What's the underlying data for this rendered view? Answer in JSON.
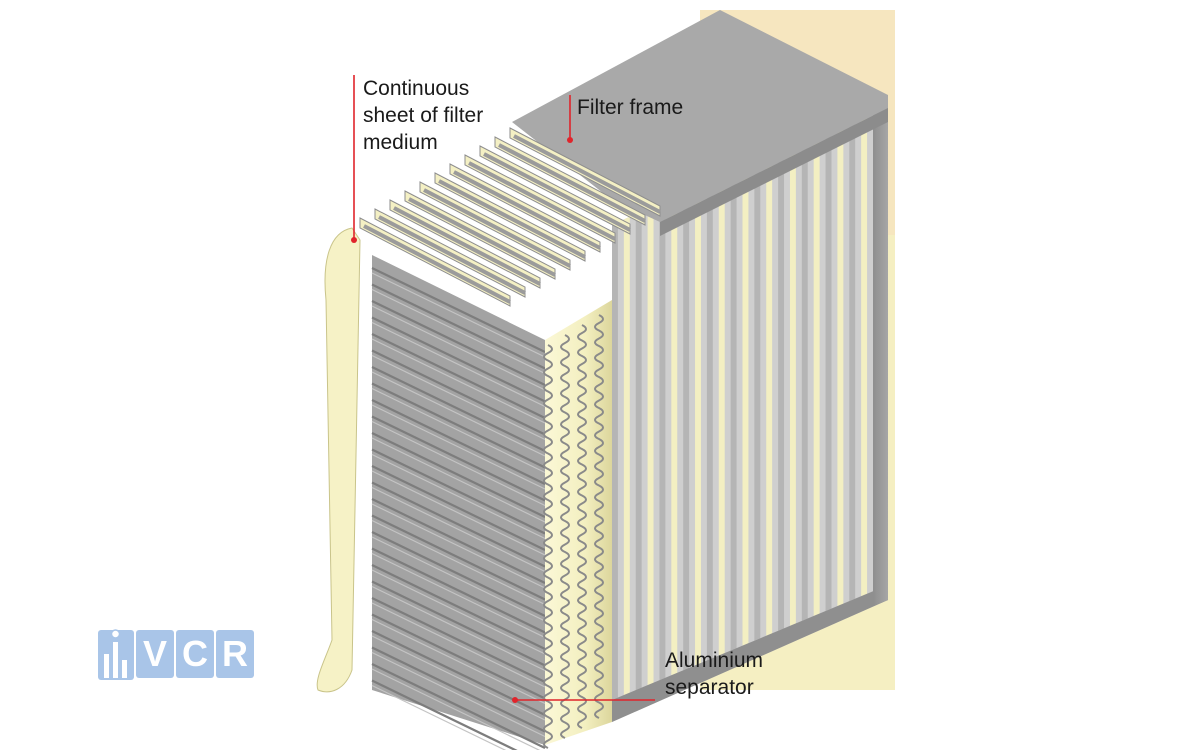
{
  "labels": {
    "filter_medium": [
      "Continuous",
      "sheet of filter",
      "medium"
    ],
    "filter_frame": "Filter frame",
    "aluminium_separator": [
      "Aluminium",
      "separator"
    ]
  },
  "logo": {
    "text": "VCR",
    "color": "#a9c5e8"
  },
  "colors": {
    "filter_medium": "#f5f2c8",
    "filter_medium_shadow": "#d9d49a",
    "frame": "#9a9a9a",
    "frame_top": "#a5a5a5",
    "separator": "#9e9e9e",
    "leader_line": "#e0242b",
    "background_panel": "#f7e7c0"
  }
}
